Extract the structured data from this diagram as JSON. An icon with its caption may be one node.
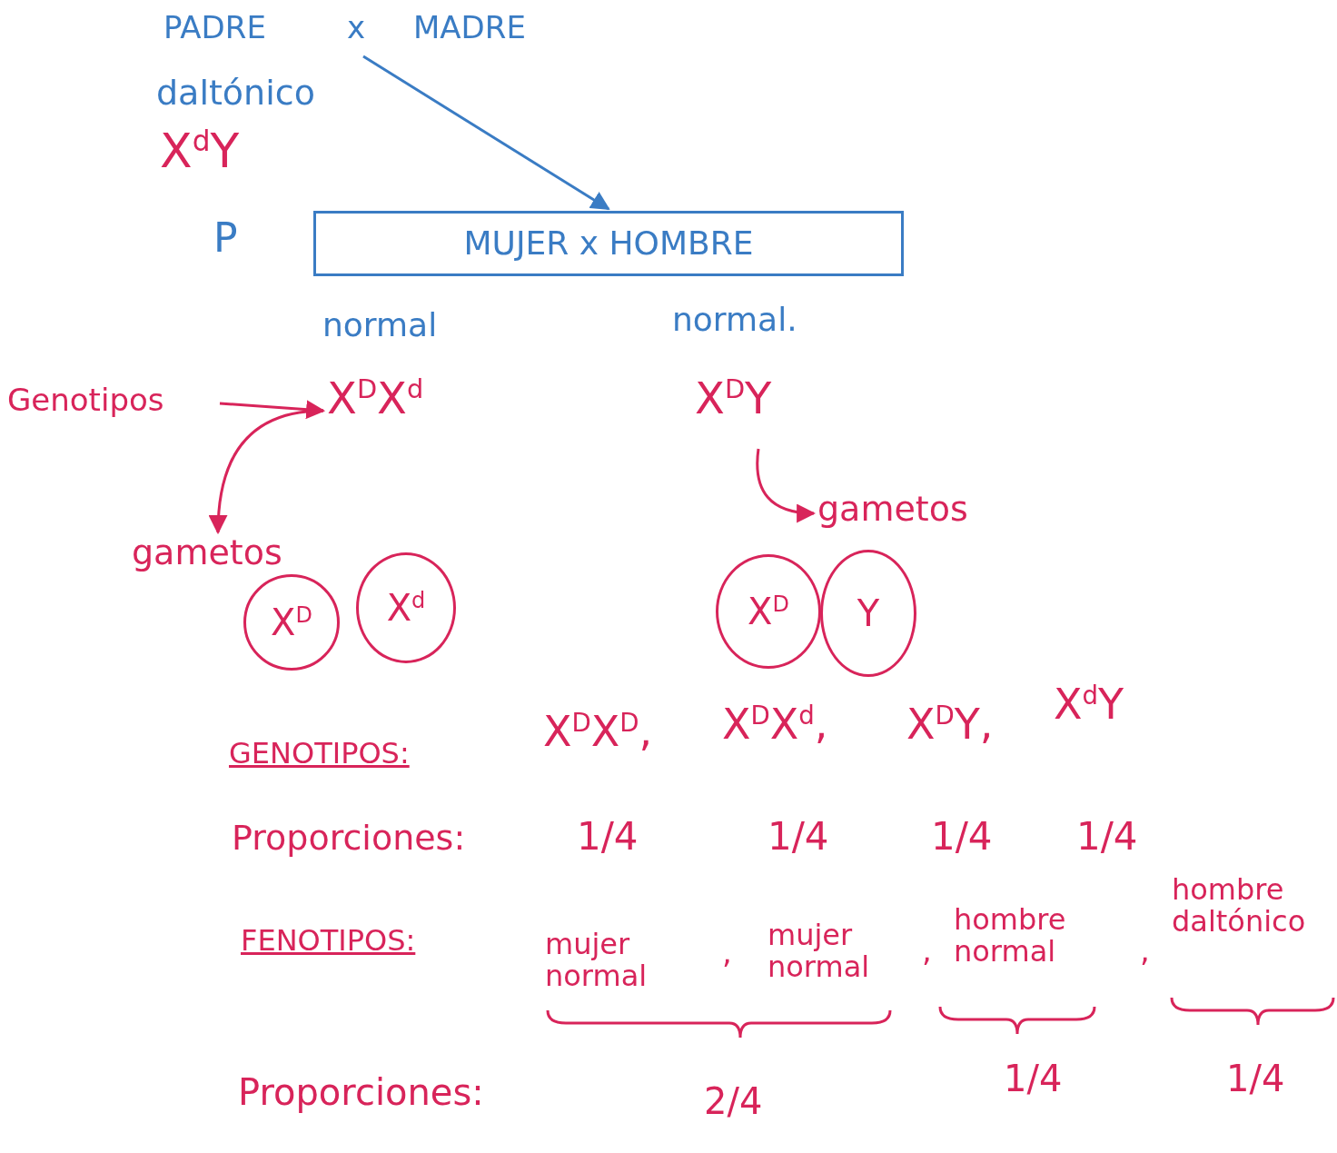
{
  "diagram": {
    "nodes": [
      {
        "text": [
          "PADRE"
        ]
      },
      {
        "text": [
          "x"
        ]
      },
      {
        "text": [
          "MADRE"
        ]
      },
      {
        "text": [
          "MUJER x HOMBRE"
        ]
      },
      {
        "text": [
          "Genotipos"
        ]
      },
      {
        "text": [
          "X$^{D}$X$^{d}$"
        ]
      },
      {
        "text": [
          "X$^{D}$Y"
        ]
      },
      {
        "text": [
          "gametos"
        ]
      },
      {
        "text": [
          "gametos"
        ]
      },
      {
        "text": [
          "X$^{D}$"
        ]
      },
      {
        "text": [
          "X$^{d}$"
        ]
      },
      {
        "text": [
          "X$^{D}$"
        ]
      },
      {
        "text": [
          "Y"
        ]
      }
    ],
    "edges": [
      {
        "from": 1,
        "to": 3,
        "arrow": "to",
        "color": "#3a7cc4"
      },
      {
        "from": 4,
        "to": 5,
        "arrow": "to"
      },
      {
        "from": 5,
        "to": 8,
        "arrow": "to"
      },
      {
        "from": 6,
        "to": 7,
        "arrow": "to"
      }
    ],
    "labels": [
      "daltónico",
      "X$^{d}$Y",
      "P",
      "normal",
      "normal.",
      "GENOTIPOS:",
      "X$^{D}$X$^{D}$,",
      "X$^{D}$X$^{d}$,",
      "X$^{D}$Y,",
      "X$^{d}$Y",
      "Proporciones:",
      "1/4",
      "1/4",
      "1/4",
      "1/4",
      "FENOTIPOS:",
      "mujer normal",
      ",",
      "mujer normal",
      ",",
      "hombre normal",
      ",",
      "hombre daltónico",
      "Proporciones:",
      "2/4",
      "1/4",
      "1/4"
    ]
  }
}
